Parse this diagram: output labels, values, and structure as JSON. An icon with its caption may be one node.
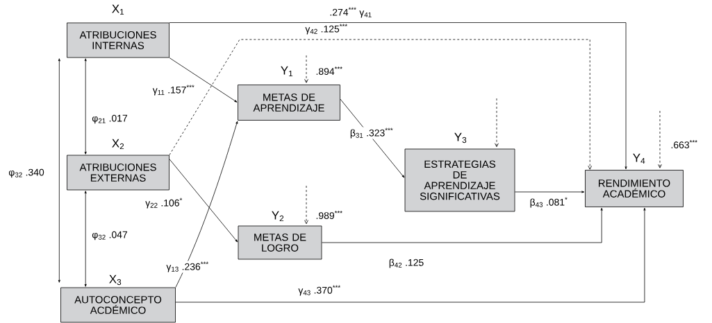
{
  "diagram": {
    "nodes": [
      {
        "text": [
          "ATRIBUCIONES INTERNAS"
        ],
        "beside": [
          "X$_{1}$"
        ]
      },
      {
        "text": [
          "ATRIBUCIONES EXTERNAS"
        ],
        "beside": [
          "X$_{2}$"
        ]
      },
      {
        "text": [
          "AUTOCONCEPTO ACDÉMICO"
        ],
        "beside": [
          "X$_{3}$"
        ]
      },
      {
        "text": [
          "METAS DE APRENDIZAJE"
        ],
        "beside": [
          "Y$_{1}$"
        ]
      },
      {
        "text": [
          "METAS DE LOGRO"
        ],
        "beside": [
          "Y$_{2}$"
        ]
      },
      {
        "text": [
          "ESTRATEGIAS DE APRENDIZAJE SIGNIFICATIVAS"
        ],
        "beside": [
          "Y$_{3}$"
        ]
      },
      {
        "text": [
          "RENDIMIENTO ACADÉMICO"
        ],
        "beside": [
          "Y$_{4}$"
        ]
      }
    ],
    "edges": [
      {
        "from": 0,
        "to": 3,
        "arrow": "to",
        "label": "γ$_{11}$ .157$^{***}$"
      },
      {
        "from": 0,
        "to": 6,
        "arrow": "to",
        "label": ".274$^{***}$ γ$_{41}$"
      },
      {
        "from": 1,
        "to": 6,
        "arrow": "to",
        "style": "dashed",
        "label": "γ$_{42}$ .125$^{***}$"
      },
      {
        "from": 1,
        "to": 4,
        "arrow": "to",
        "label": "γ$_{22}$ .106$^{*}$"
      },
      {
        "from": 2,
        "to": 3,
        "arrow": "to",
        "label": "γ$_{13}$ .236$^{***}$"
      },
      {
        "from": 2,
        "to": 6,
        "arrow": "to",
        "label": "γ$_{43}$ .370$^{***}$"
      },
      {
        "from": 3,
        "to": 5,
        "arrow": "to",
        "label": "β$_{31}$ .323$^{***}$"
      },
      {
        "from": 4,
        "to": 6,
        "arrow": "to",
        "label": "β$_{42}$ .125"
      },
      {
        "from": 5,
        "to": 6,
        "arrow": "to",
        "label": "β$_{43}$ .081$^{*}$"
      },
      {
        "from": 0,
        "to": 1,
        "arrow": "both",
        "label": "φ$_{21}$ .017"
      },
      {
        "from": 1,
        "to": 2,
        "arrow": "both",
        "label": "φ$_{32}$ .047"
      },
      {
        "from": 0,
        "to": 2,
        "arrow": "both",
        "label": "φ$_{32}$ .340"
      },
      {
        "from": null,
        "to": 3,
        "arrow": "to",
        "style": "dashed",
        "label": ".894$^{***}$"
      },
      {
        "from": null,
        "to": 4,
        "arrow": "to",
        "style": "dashed",
        "label": ".989$^{***}$"
      },
      {
        "from": null,
        "to": 5,
        "arrow": "to",
        "style": "dashed"
      },
      {
        "from": null,
        "to": 6,
        "arrow": "to",
        "style": "dashed",
        "label": ".663$^{***}$"
      }
    ]
  }
}
